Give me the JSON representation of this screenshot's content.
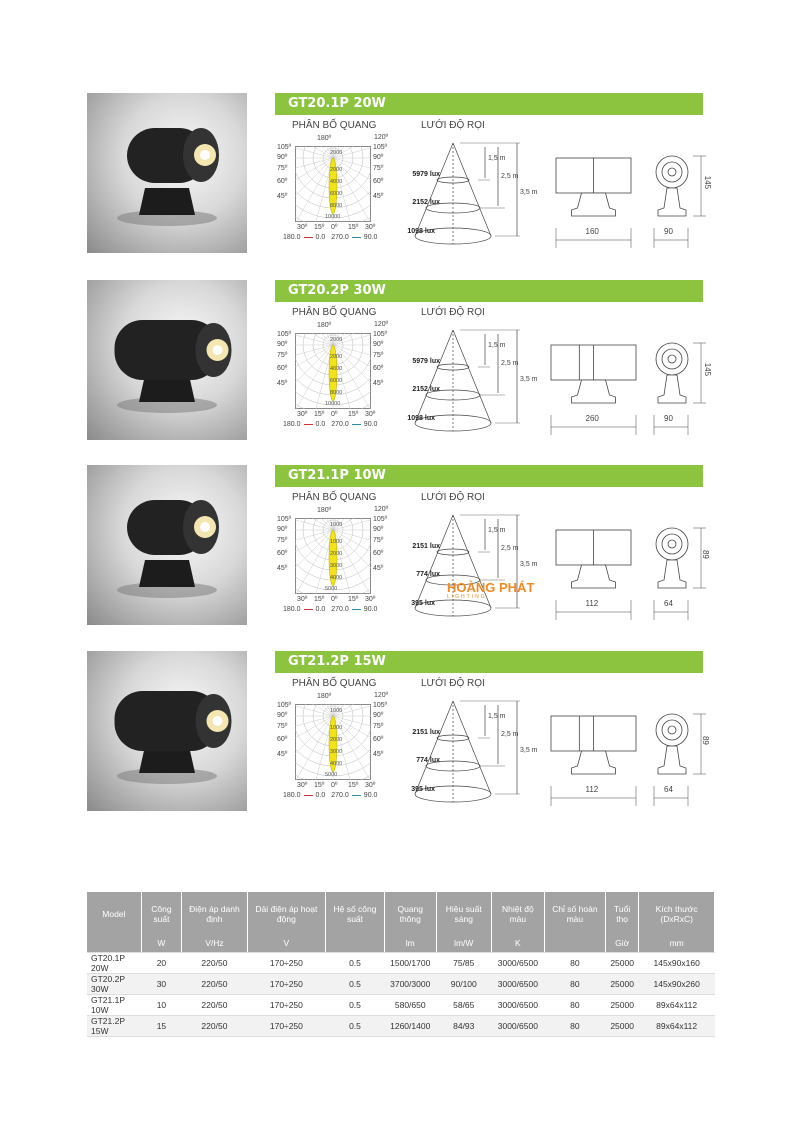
{
  "labels": {
    "light_distribution": "PHÂN BỐ QUANG",
    "illuminance_grid": "LƯỚI ĐỘ RỌI",
    "angles_left": [
      "105º",
      "90º",
      "75º",
      "60º",
      "45º"
    ],
    "angles_right": [
      "105º",
      "90º",
      "75º",
      "60º",
      "45º"
    ],
    "angle_top": "180º",
    "angle_top_right": "120º",
    "angle_bottom": [
      "30º",
      "15º",
      "0º",
      "15º",
      "30º"
    ],
    "legend_a": "180.0",
    "legend_a2": "0.0",
    "legend_b": "270.0",
    "legend_b2": "90.0",
    "dist1": "1,5 m",
    "dist2": "2,5 m",
    "dist3": "3,5 m"
  },
  "products": [
    {
      "title": "GT20.1P 20W",
      "polar_scale": [
        "2000",
        "2000",
        "4000",
        "6000",
        "8000",
        "10000"
      ],
      "lux": [
        "5979 lux",
        "2152 lux",
        "1098 lux"
      ],
      "width": "160",
      "depth": "90",
      "height": "145",
      "double": false
    },
    {
      "title": "GT20.2P 30W",
      "polar_scale": [
        "2000",
        "2000",
        "4000",
        "6000",
        "8000",
        "10000"
      ],
      "lux": [
        "5979 lux",
        "2152 lux",
        "1098 lux"
      ],
      "width": "260",
      "depth": "90",
      "height": "145",
      "double": true
    },
    {
      "title": "GT21.1P 10W",
      "polar_scale": [
        "1000",
        "1000",
        "2000",
        "3000",
        "4000",
        "5000"
      ],
      "lux": [
        "2151 lux",
        "774 lux",
        "395 lux"
      ],
      "width": "112",
      "depth": "64",
      "height": "89",
      "double": false
    },
    {
      "title": "GT21.2P 15W",
      "polar_scale": [
        "1000",
        "1000",
        "2000",
        "3000",
        "4000",
        "5000"
      ],
      "lux": [
        "2151 lux",
        "774 lux",
        "395 lux"
      ],
      "width": "112",
      "depth": "64",
      "height": "89",
      "double": true
    }
  ],
  "watermark": {
    "name": "HOÀNG PHÁT",
    "sub": "LIGHTING"
  },
  "table": {
    "headers": [
      "Model",
      "Công suất",
      "Điện áp danh định",
      "Dải điện áp hoạt động",
      "Hệ số công suất",
      "Quang thông",
      "Hiệu suất sáng",
      "Nhiệt độ màu",
      "Chỉ số hoàn màu",
      "Tuổi thọ",
      "Kích thước (DxRxC)"
    ],
    "units": [
      "",
      "W",
      "V/Hz",
      "V",
      "",
      "lm",
      "lm/W",
      "K",
      "",
      "Giờ",
      "mm"
    ],
    "rows": [
      [
        "GT20.1P 20W",
        "20",
        "220/50",
        "170÷250",
        "0.5",
        "1500/1700",
        "75/85",
        "3000/6500",
        "80",
        "25000",
        "145x90x160"
      ],
      [
        "GT20.2P 30W",
        "30",
        "220/50",
        "170÷250",
        "0.5",
        "3700/3000",
        "90/100",
        "3000/6500",
        "80",
        "25000",
        "145x90x260"
      ],
      [
        "GT21.1P 10W",
        "10",
        "220/50",
        "170÷250",
        "0.5",
        "580/650",
        "58/65",
        "3000/6500",
        "80",
        "25000",
        "89x64x112"
      ],
      [
        "GT21.2P 15W",
        "15",
        "220/50",
        "170÷250",
        "0.5",
        "1260/1400",
        "84/93",
        "3000/6500",
        "80",
        "25000",
        "89x64x112"
      ]
    ]
  },
  "colors": {
    "accent": "#8cc43f",
    "beam": "#f2e21a"
  }
}
